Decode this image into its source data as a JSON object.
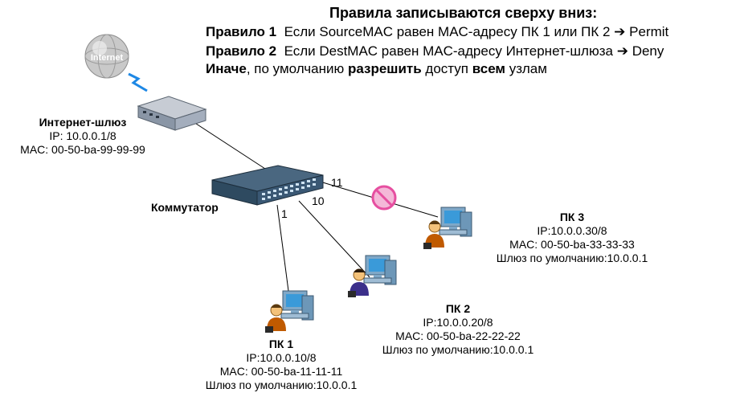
{
  "header": {
    "title": "Правила записываются сверху вниз:",
    "rule1_label": "Правило 1",
    "rule1_text": "Если SourceMAC равен MAC-адресу ПК 1 или ПК 2",
    "rule1_action": "Permit",
    "rule2_label": "Правило 2",
    "rule2_text": "Если DestMAC равен MAC-адресу Интернет-шлюза",
    "rule2_action": "Deny",
    "default_b1": "Иначе",
    "default_t1": ", по умолчанию ",
    "default_b2": "разрешить",
    "default_t2": " доступ ",
    "default_b3": "всем",
    "default_t3": " узлам"
  },
  "internet": {
    "label": "Internet"
  },
  "gateway": {
    "name": "Интернет-шлюз",
    "ip": "IP: 10.0.0.1/8",
    "mac": "MAC: 00-50-ba-99-99-99"
  },
  "switch": {
    "name": "Коммутатор"
  },
  "ports": {
    "p1": "1",
    "p10": "10",
    "p11": "11"
  },
  "pc1": {
    "name": "ПК 1",
    "ip": "IP:10.0.0.10/8",
    "mac": "MAC: 00-50-ba-11-11-11",
    "gw": "Шлюз по умолчанию:10.0.0.1"
  },
  "pc2": {
    "name": "ПК 2",
    "ip": "IP:10.0.0.20/8",
    "mac": "MAC: 00-50-ba-22-22-22",
    "gw": "Шлюз по умолчанию:10.0.0.1"
  },
  "pc3": {
    "name": "ПК 3",
    "ip": "IP:10.0.0.30/8",
    "mac": "MAC: 00-50-ba-33-33-33",
    "gw": "Шлюз по умолчанию:10.0.0.1"
  },
  "colors": {
    "monitor": "#7fa8c8",
    "screen": "#3a9ad9",
    "switch": "#2e4a60",
    "deny": "#e64fa0",
    "person_shirt": "#c05a00",
    "lightning": "#1e88e5"
  }
}
